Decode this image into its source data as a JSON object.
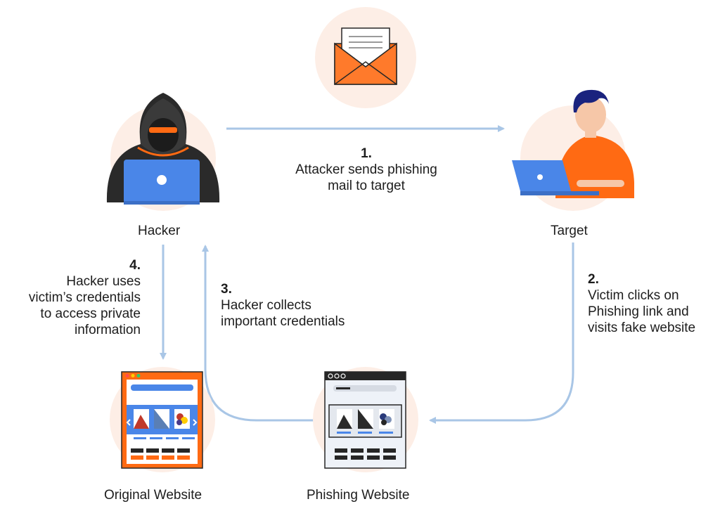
{
  "nodes": {
    "hacker": "Hacker",
    "target": "Target",
    "original": "Original Website",
    "phishing": "Phishing Website"
  },
  "steps": [
    {
      "num": "1.",
      "lines": [
        "Attacker sends phishing",
        "mail to target"
      ]
    },
    {
      "num": "2.",
      "lines": [
        "Victim clicks on",
        "Phishing link and",
        "visits fake website"
      ]
    },
    {
      "num": "3.",
      "lines": [
        "Hacker collects",
        "important credentials"
      ]
    },
    {
      "num": "4.",
      "lines": [
        "Hacker uses",
        "victim’s credentials",
        "to access private",
        "information"
      ]
    }
  ],
  "colors": {
    "arrow": "#a9c6e6",
    "orange": "#ff6a13",
    "blue": "#4a86e8",
    "peach": "#fdeee6",
    "dark": "#262626"
  }
}
